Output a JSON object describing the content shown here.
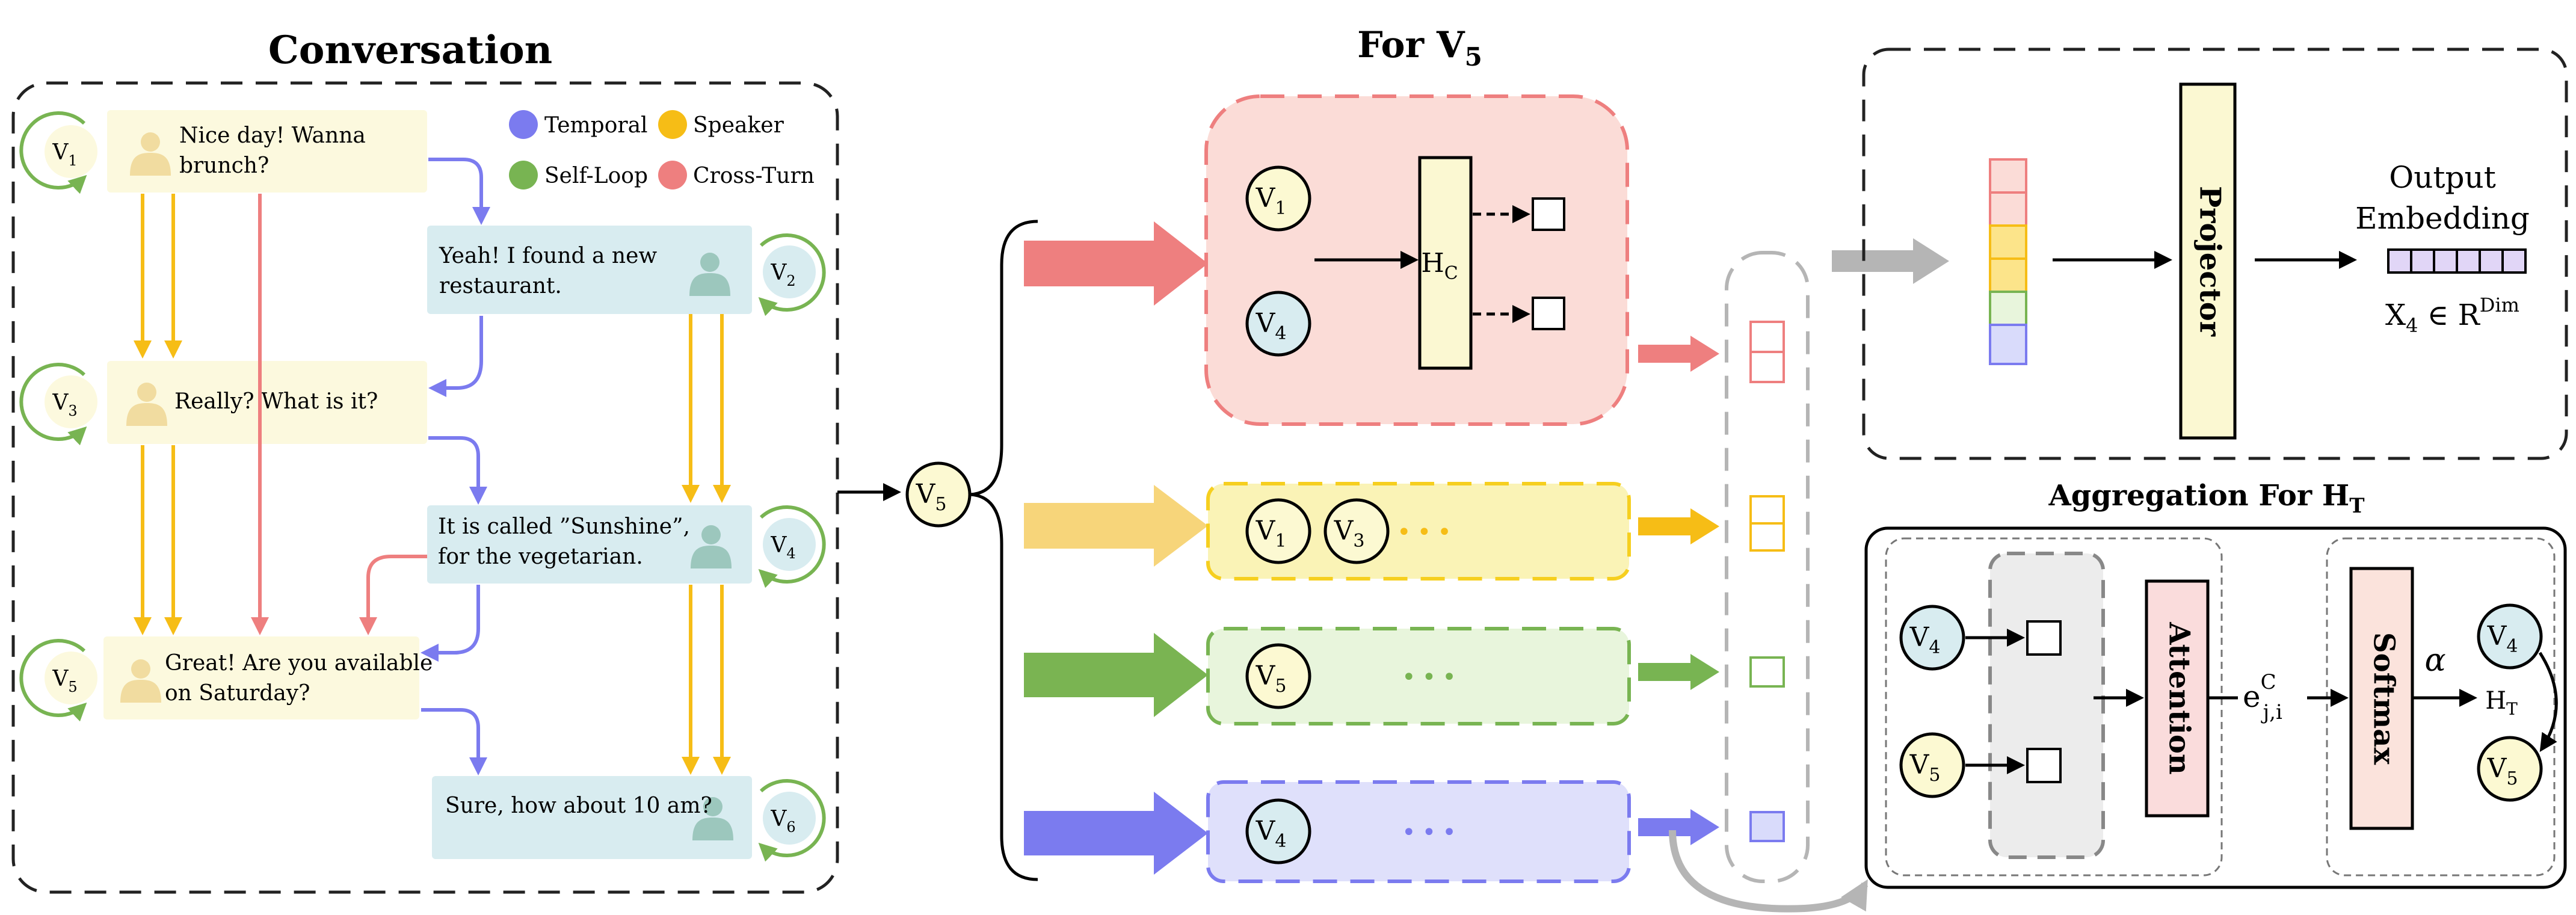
{
  "titles": {
    "conversation": "Conversation",
    "for_prefix": "For ",
    "for_node": "V",
    "for_sub": "5",
    "aggregation_prefix": "Aggregation For ",
    "aggregation_node": "H",
    "aggregation_sub": "T"
  },
  "legend": {
    "temporal": "Temporal",
    "speaker": "Speaker",
    "self_loop": "Self-Loop",
    "cross_turn": "Cross-Turn"
  },
  "colors": {
    "temporal": "#7b7bef",
    "speaker": "#f6bd16",
    "self_loop": "#78b452",
    "cross_turn": "#ee7f7f",
    "bubble_yellow": "#fcf9de",
    "bubble_blue": "#d8ecf0",
    "node_yellow": "#fcf9d2",
    "node_blue": "#d8ecf0",
    "avatar_yellow": "#f1dca0",
    "avatar_blue": "#9cc7bd",
    "hc_box": "#fbf8d2",
    "projector": "#fbf8d2",
    "attention": "#fadcdc",
    "softmax": "#fbe3dc",
    "grey_arrow": "#b5b5b5",
    "embedding": "#e1d6f7"
  },
  "messages": [
    {
      "node": "V",
      "sub": "1",
      "line1": "Nice day! Wanna",
      "line2": "brunch?"
    },
    {
      "node": "V",
      "sub": "2",
      "line1": "Yeah! I found a new",
      "line2": "restaurant."
    },
    {
      "node": "V",
      "sub": "3",
      "line1": "Really? What is it?",
      "line2": ""
    },
    {
      "node": "V",
      "sub": "4",
      "line1": "It is called ”Sunshine”,",
      "line2": "for the vegetarian."
    },
    {
      "node": "V",
      "sub": "5",
      "line1": "Great! Are you available",
      "line2": "on Saturday?"
    },
    {
      "node": "V",
      "sub": "6",
      "line1": "Sure, how about 10 am?",
      "line2": ""
    }
  ],
  "center_node": {
    "label": "V",
    "sub": "5"
  },
  "red_group": {
    "n1": "V",
    "n1_sub": "1",
    "n2": "V",
    "n2_sub": "4",
    "hc": "H",
    "hc_sub": "C"
  },
  "yellow_group": {
    "n1": "V",
    "n1_sub": "1",
    "n2": "V",
    "n2_sub": "3",
    "dots": "•••"
  },
  "green_group": {
    "n1": "V",
    "n1_sub": "5",
    "dots": "•••"
  },
  "blue_group": {
    "n1": "V",
    "n1_sub": "4",
    "dots": "•••"
  },
  "output": {
    "projector": "Projector",
    "title_line1": "Output",
    "title_line2": "Embedding",
    "x": "X",
    "x_sub": "4",
    "in": " ∈ R",
    "dim": "Dim"
  },
  "aggregation": {
    "n1": "V",
    "n1_sub": "4",
    "n2": "V",
    "n2_sub": "5",
    "attention": "Attention",
    "e": "e",
    "e_sup": "C",
    "e_sub": "j,i",
    "softmax": "Softmax",
    "alpha": "α",
    "out1": "V",
    "out1_sub": "4",
    "ht": "H",
    "ht_sub": "T",
    "out2": "V",
    "out2_sub": "5"
  }
}
